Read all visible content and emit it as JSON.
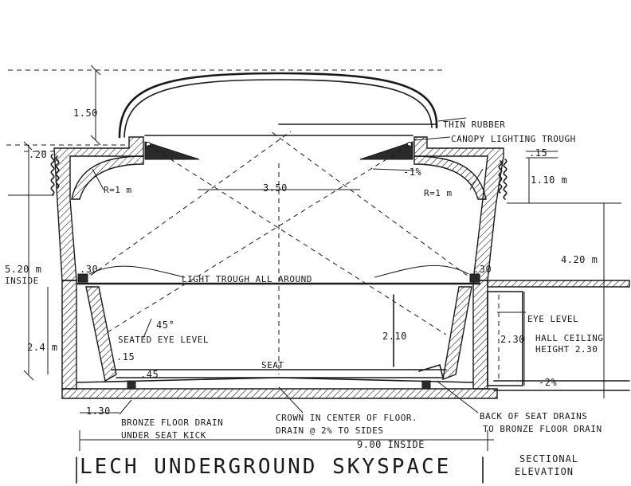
{
  "title": "LECH UNDERGROUND SKYSPACE",
  "subtitle_line1": "SECTIONAL",
  "subtitle_line2": "ELEVATION",
  "dimensions": {
    "dome_height": "1.50",
    "top_slab": ".20",
    "canopy_span": "3.50",
    "canopy_slope": "-1%",
    "rim_thickness": ".15",
    "rim_height": "1.10 m",
    "height_inside": "5.20 m",
    "height_inside_label": "INSIDE",
    "corner_radius_left": "R=1 m",
    "corner_radius_right": "R=1 m",
    "trough_left": ".30",
    "trough_right": ".30",
    "outside_height": "4.20 m",
    "lower_height": "2.4 m",
    "seat_back_height": "2.10",
    "hall_height_dim": "2.30",
    "seat_kick": ".15",
    "seat_height": ".45",
    "floor_drain_offset": "1.30",
    "width_inside": "9.00 INSIDE",
    "outside_slope": "-2%",
    "view_angle": "45°"
  },
  "labels": {
    "thin_rubber": "THIN RUBBER",
    "canopy_trough": "CANOPY LIGHTING TROUGH",
    "light_trough": "LIGHT TROUGH ALL AROUND",
    "seated_eye_level": "SEATED EYE LEVEL",
    "eye_level": "EYE LEVEL",
    "hall_ceiling_1": "HALL CEILING",
    "hall_ceiling_2": "HEIGHT 2.30",
    "seat": "SEAT",
    "bronze_drain_1": "BRONZE FLOOR DRAIN",
    "bronze_drain_2": "UNDER SEAT KICK",
    "crown_1": "CROWN IN CENTER OF FLOOR.",
    "crown_2": "DRAIN @ 2% TO SIDES",
    "back_seat_1": "BACK OF SEAT DRAINS",
    "back_seat_2": "TO BRONZE FLOOR DRAIN"
  }
}
